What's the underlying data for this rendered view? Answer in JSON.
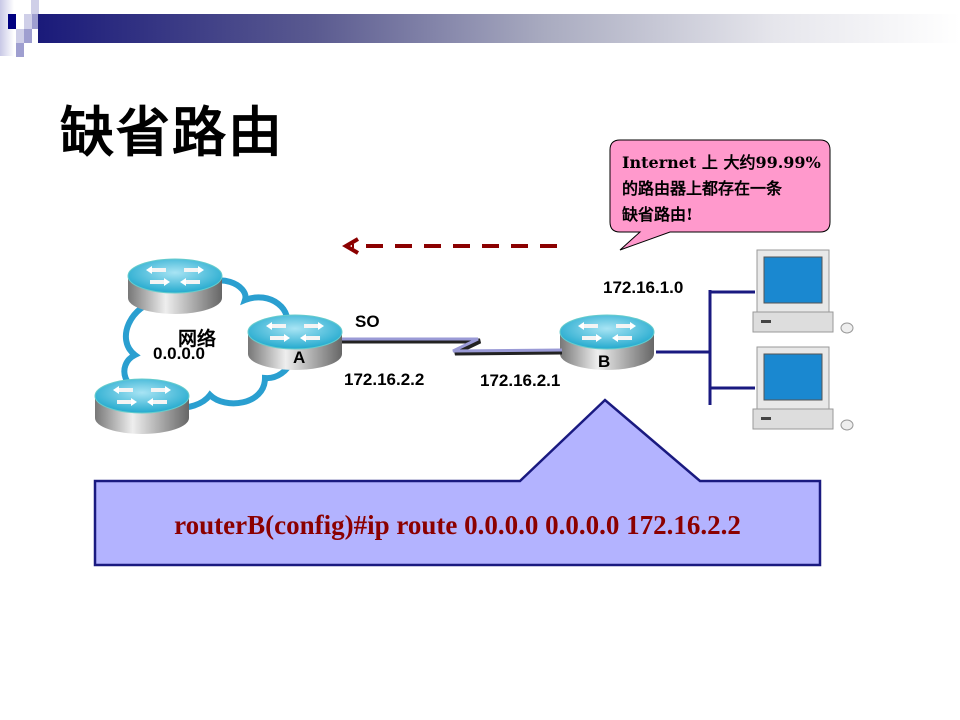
{
  "slide": {
    "title": "缺省路由",
    "callout": {
      "lines": [
        "Internet 上 大约99.99%",
        "的路由器上都存在一条",
        "缺省路由!"
      ]
    },
    "network_cloud": {
      "label": "网络",
      "address": "0.0.0.0"
    },
    "router_a": {
      "label": "A",
      "interface": "SO",
      "ip": "172.16.2.2"
    },
    "router_b": {
      "label": "B",
      "ip": "172.16.2.1"
    },
    "lan": {
      "network": "172.16.1.0"
    },
    "command": "routerB(config)#ip route 0.0.0.0 0.0.0.0 172.16.2.2",
    "colors": {
      "arrow": "#8b0000",
      "callout_fill": "#ff99cc",
      "command_box": "#b3b3ff",
      "command_text": "#8b0000"
    }
  }
}
